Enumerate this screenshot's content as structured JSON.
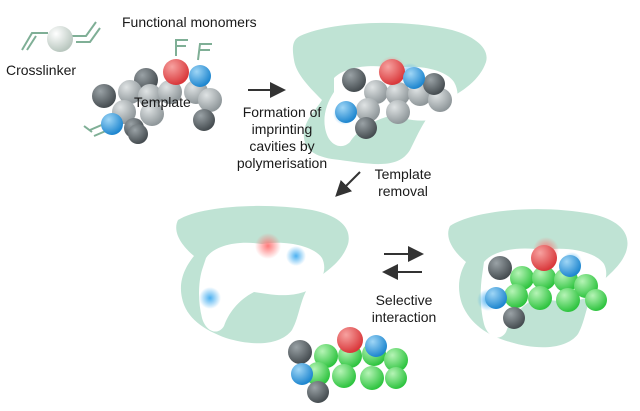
{
  "labels": {
    "crosslinker": "Crosslinker",
    "functional_monomers": "Functional monomers",
    "template": "Template",
    "formation": [
      "Formation of",
      "imprinting",
      "cavities by",
      "polymerisation"
    ],
    "template_removal": [
      "Template",
      "removal"
    ],
    "selective_interaction": [
      "Selective",
      "interaction"
    ]
  },
  "colors": {
    "polymer": "#bfe3d4",
    "template_atom": "#9aa1a4",
    "dark_atom": "#5c6468",
    "oxygen": "#e2585a",
    "nitrogen": "#3aa0e0",
    "analyte_atom": "#4ddb57",
    "arrow": "#333333",
    "crosslinker_ball": "#dfe8e2",
    "monomer_line": "#7faf96"
  },
  "icons": [
    "crosslinker-icon",
    "monomer-icon",
    "arrow-icon"
  ]
}
